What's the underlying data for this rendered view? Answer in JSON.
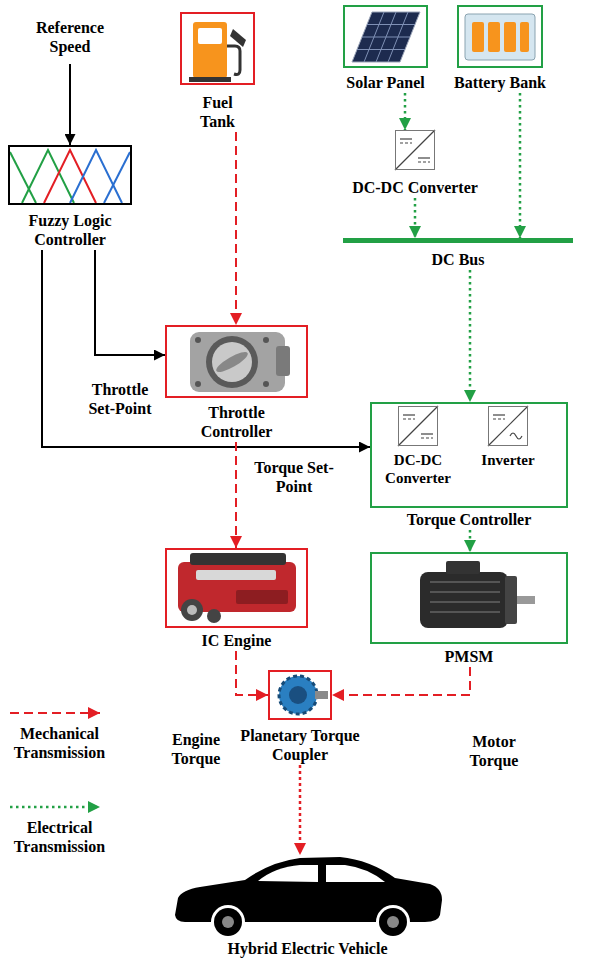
{
  "diagram": {
    "nodes": [
      {
        "text": [
          "Fuzzy Logic Controller"
        ]
      },
      {
        "text": [
          "Fuel Tank"
        ]
      },
      {
        "text": [
          "Solar Panel"
        ]
      },
      {
        "text": [
          "Battery Bank"
        ]
      },
      {
        "text": [
          "DC-DC Converter"
        ]
      },
      {
        "text": [
          "DC Bus"
        ]
      },
      {
        "text": [
          "Throttle Controller"
        ]
      },
      {
        "text": [
          "Torque Controller"
        ]
      },
      {
        "text": [
          "DC-DC Converter"
        ],
        "in": 7
      },
      {
        "text": [
          "Inverter"
        ],
        "in": 7
      },
      {
        "text": [
          "IC Engine"
        ]
      },
      {
        "text": [
          "PMSM"
        ]
      },
      {
        "text": [
          "Planetary Torque Coupler"
        ]
      },
      {
        "text": [
          "Hybrid Electric Vehicle"
        ]
      }
    ],
    "edges": [
      {
        "from": 0,
        "to": 6,
        "label": "Throttle Set-Point",
        "arrow": "to"
      },
      {
        "from": 0,
        "to": 7,
        "label": "Torque Set-Point",
        "arrow": "to"
      },
      {
        "from": 1,
        "to": 6,
        "arrow": "to"
      },
      {
        "from": 2,
        "to": 4,
        "arrow": "to"
      },
      {
        "from": 4,
        "to": 5,
        "arrow": "to"
      },
      {
        "from": 3,
        "to": 5,
        "arrow": "to"
      },
      {
        "from": 5,
        "to": 7,
        "arrow": "to"
      },
      {
        "from": 6,
        "to": 10,
        "arrow": "to"
      },
      {
        "from": 7,
        "to": 11,
        "arrow": "to"
      },
      {
        "from": 10,
        "to": 12,
        "label": "Engine Torque",
        "arrow": "to"
      },
      {
        "from": 11,
        "to": 12,
        "label": "Motor Torque",
        "arrow": "to"
      },
      {
        "from": 12,
        "to": 13,
        "arrow": "to"
      }
    ],
    "labels": [
      "Reference Speed"
    ],
    "legend": [
      {
        "text": "Mechanical Transmission"
      },
      {
        "text": "Electrical Transmission"
      }
    ]
  }
}
